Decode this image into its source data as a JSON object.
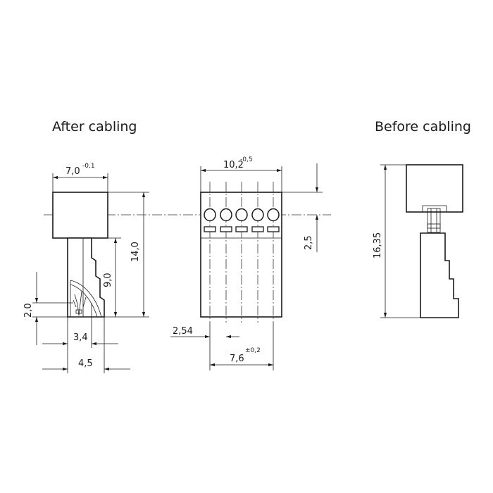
{
  "views": {
    "after": {
      "heading": "After cabling"
    },
    "before": {
      "heading": "Before cabling"
    }
  },
  "dimensions": {
    "top_width": {
      "value": "7,0",
      "tolerance": "-0,1"
    },
    "front_width": {
      "value": "10,2",
      "tolerance": "-0,5"
    },
    "total_height": "14,0",
    "lower_height": "9,0",
    "hole_offset": "2,5",
    "small_height": "2,0",
    "width_3_4": "3,4",
    "width_4_5": "4,5",
    "pitch": "2,54",
    "span": {
      "value": "7,6",
      "tolerance": "±0,2"
    },
    "before_height": "16,35"
  }
}
